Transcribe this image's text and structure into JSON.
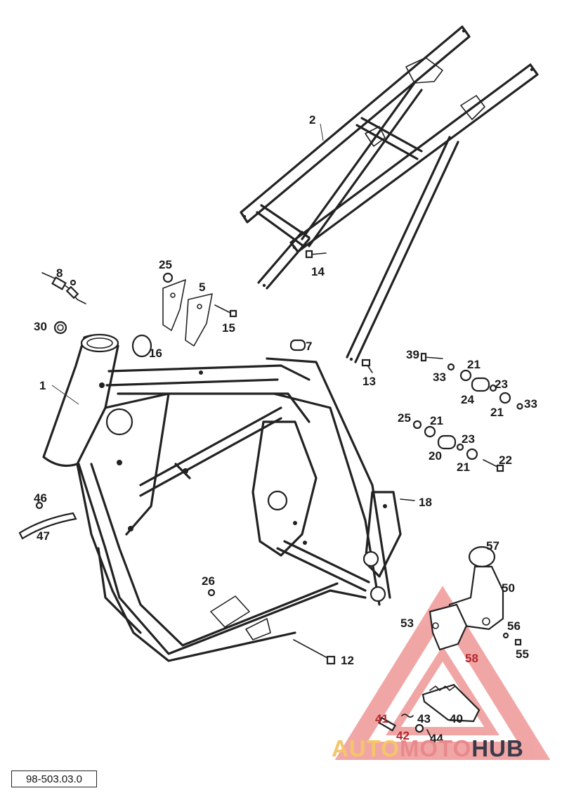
{
  "document_number": "98-503.03.0",
  "watermark": {
    "part1": "AUTO",
    "part2": "MOTO",
    "part3": "HUB",
    "colors": {
      "part1": "#f4c56a",
      "part2": "#e8898c",
      "part3": "#3a3a4a",
      "triangle": "#e23b3b"
    }
  },
  "callouts": [
    {
      "id": "c1",
      "label": "1"
    },
    {
      "id": "c2",
      "label": "2"
    },
    {
      "id": "c5",
      "label": "5"
    },
    {
      "id": "c7",
      "label": "7"
    },
    {
      "id": "c8",
      "label": "8"
    },
    {
      "id": "c12",
      "label": "12"
    },
    {
      "id": "c13",
      "label": "13"
    },
    {
      "id": "c14",
      "label": "14"
    },
    {
      "id": "c15",
      "label": "15"
    },
    {
      "id": "c16",
      "label": "16"
    },
    {
      "id": "c18",
      "label": "18"
    },
    {
      "id": "c20",
      "label": "20"
    },
    {
      "id": "c21a",
      "label": "21"
    },
    {
      "id": "c21b",
      "label": "21"
    },
    {
      "id": "c21c",
      "label": "21"
    },
    {
      "id": "c21d",
      "label": "21"
    },
    {
      "id": "c22",
      "label": "22"
    },
    {
      "id": "c23a",
      "label": "23"
    },
    {
      "id": "c23b",
      "label": "23"
    },
    {
      "id": "c24",
      "label": "24"
    },
    {
      "id": "c25a",
      "label": "25"
    },
    {
      "id": "c25b",
      "label": "25"
    },
    {
      "id": "c26",
      "label": "26"
    },
    {
      "id": "c30",
      "label": "30"
    },
    {
      "id": "c33a",
      "label": "33"
    },
    {
      "id": "c33b",
      "label": "33"
    },
    {
      "id": "c39",
      "label": "39"
    },
    {
      "id": "c40",
      "label": "40"
    },
    {
      "id": "c41",
      "label": "41"
    },
    {
      "id": "c42",
      "label": "42"
    },
    {
      "id": "c43",
      "label": "43"
    },
    {
      "id": "c44",
      "label": "44"
    },
    {
      "id": "c46",
      "label": "46"
    },
    {
      "id": "c47",
      "label": "47"
    },
    {
      "id": "c50",
      "label": "50"
    },
    {
      "id": "c53",
      "label": "53"
    },
    {
      "id": "c55",
      "label": "55"
    },
    {
      "id": "c56",
      "label": "56"
    },
    {
      "id": "c57",
      "label": "57"
    },
    {
      "id": "c58",
      "label": "58"
    }
  ]
}
